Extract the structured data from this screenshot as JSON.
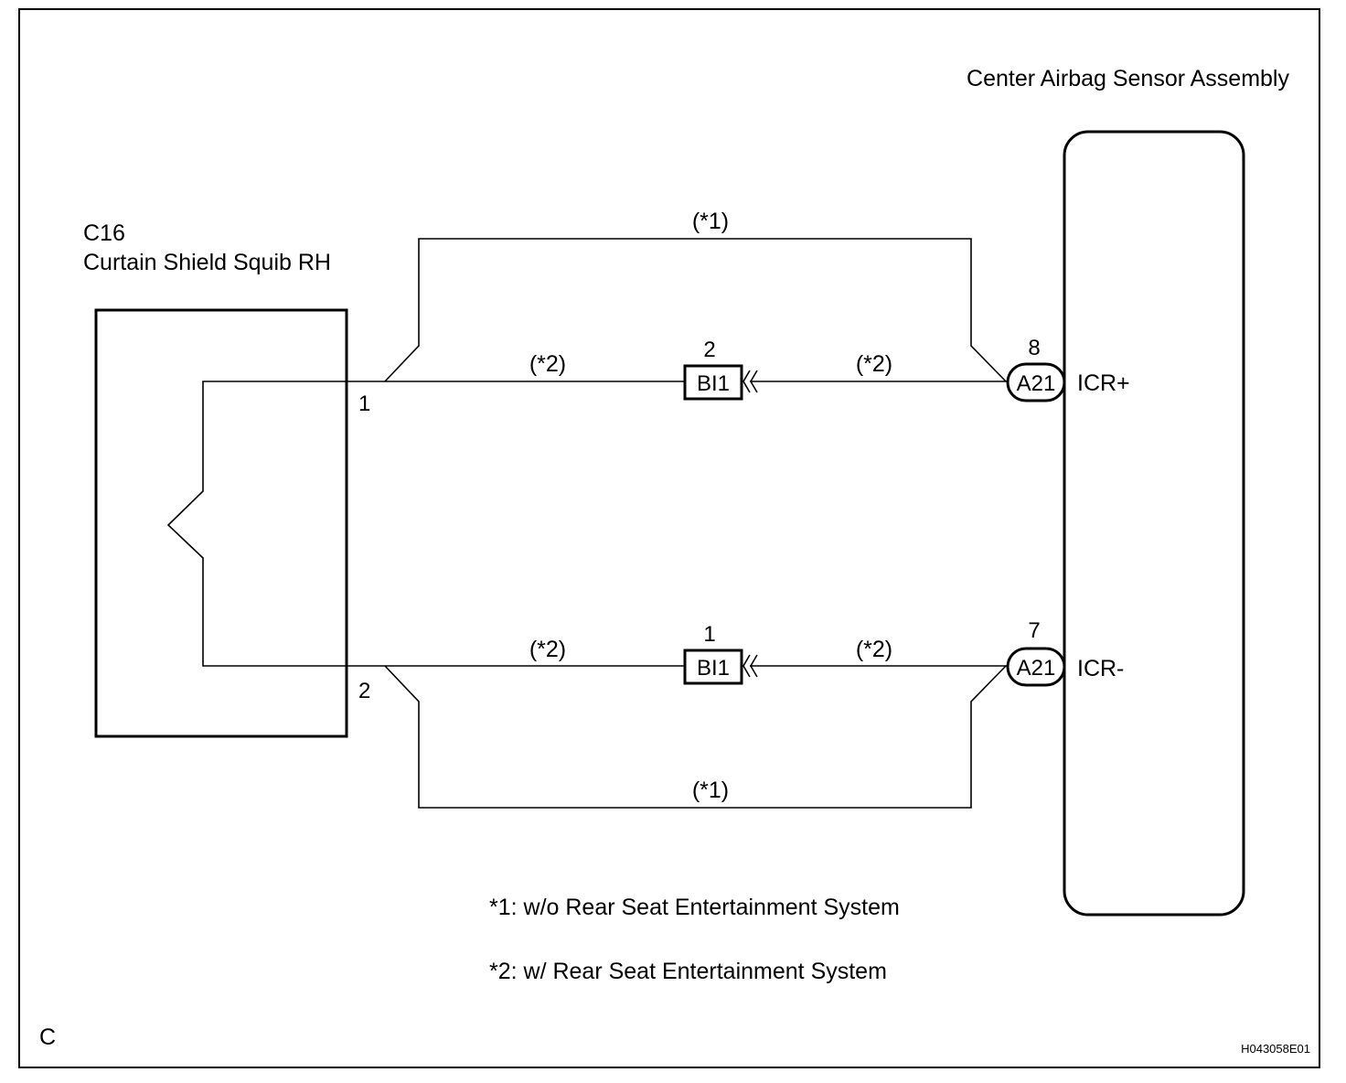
{
  "diagram_id": "H043058E01",
  "corner_letter": "C",
  "squib": {
    "code": "C16",
    "name": "Curtain Shield Squib RH",
    "pin_top": "1",
    "pin_bottom": "2"
  },
  "sensor": {
    "name": "Center Airbag Sensor Assembly",
    "connector": "A21",
    "pin_top": "8",
    "pin_bottom": "7",
    "signal_top": "ICR+",
    "signal_bottom": "ICR-"
  },
  "junction": {
    "connector": "BI1",
    "pin_top": "2",
    "pin_bottom": "1"
  },
  "wire_tags": {
    "variant1": "(*1)",
    "variant2": "(*2)"
  },
  "notes": [
    "*1: w/o Rear Seat Entertainment System",
    "*2: w/ Rear Seat Entertainment System"
  ]
}
